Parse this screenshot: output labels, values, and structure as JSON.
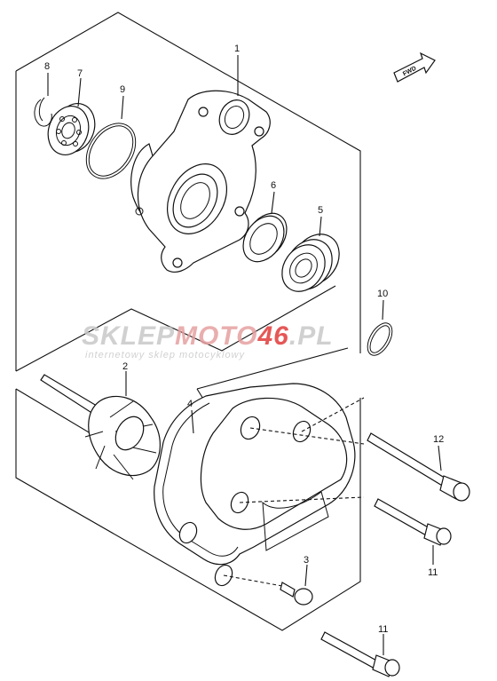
{
  "parts": [
    {
      "id": "1",
      "label": "1"
    },
    {
      "id": "2",
      "label": "2"
    },
    {
      "id": "3",
      "label": "3"
    },
    {
      "id": "4",
      "label": "4"
    },
    {
      "id": "5",
      "label": "5"
    },
    {
      "id": "6",
      "label": "6"
    },
    {
      "id": "7",
      "label": "7"
    },
    {
      "id": "8",
      "label": "8"
    },
    {
      "id": "9",
      "label": "9"
    },
    {
      "id": "10",
      "label": "10"
    },
    {
      "id": "11a",
      "label": "11"
    },
    {
      "id": "11b",
      "label": "11"
    },
    {
      "id": "12",
      "label": "12"
    }
  ],
  "direction_badge": "FWD",
  "watermark": {
    "brand_left": "SKLEP",
    "brand_mid": "MOTO",
    "brand_num": "46",
    "brand_tld": ".PL",
    "tagline": "internetowy sklep motocyklowy",
    "colors": {
      "gray": "#c8c8c8",
      "red": "#e23a3a"
    }
  }
}
